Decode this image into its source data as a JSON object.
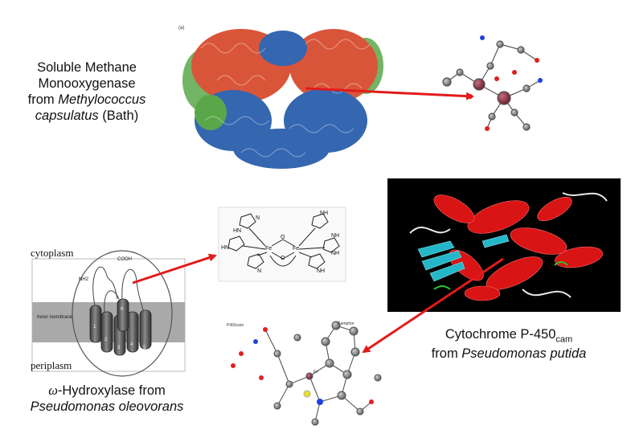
{
  "mmo": {
    "line1": "Soluble Methane",
    "line2": "Monooxygenase",
    "line3_prefix": "from ",
    "line3_italic": "Methylococcus",
    "line4_italic": "capsulatus",
    "line4_suffix": " (Bath)",
    "panel_tag": "(a)"
  },
  "membrane": {
    "top_label": "cytoplasm",
    "bottom_label": "periplasm",
    "inner_membrane": "Inner membrane",
    "cooh": "COOH",
    "nh2": "NH2",
    "helix_numbers": [
      "1",
      "2",
      "3",
      "4",
      "5",
      "6"
    ]
  },
  "alkb": {
    "symbol": "ω",
    "line1_suffix": "-Hydroxylase from",
    "line2_italic": "Pseudomonas oleovorans"
  },
  "diiron": {
    "atoms": [
      "N",
      "HN",
      "NH",
      "HN",
      "NH",
      "Fe",
      "Fe",
      "O",
      "O",
      "N",
      "NH",
      "NH"
    ]
  },
  "p450": {
    "line1": "Cytochrome P-450",
    "line1_sub": "cam",
    "line2_prefix": "from ",
    "line2_italic": "Pseudomonas putida",
    "heme_labels": [
      "P450cam",
      "Camphor",
      "Fe"
    ]
  },
  "colors": {
    "arrow": "#e11b1b",
    "mmo_red": "#d9553a",
    "mmo_blue": "#3566b0",
    "mmo_green": "#5aa74a",
    "p450_bg": "#000000",
    "p450_helix": "#d81414",
    "p450_sheet": "#23b7c8",
    "membrane_band": "#a9a9a9",
    "cylinder": "#5b5b5b"
  }
}
